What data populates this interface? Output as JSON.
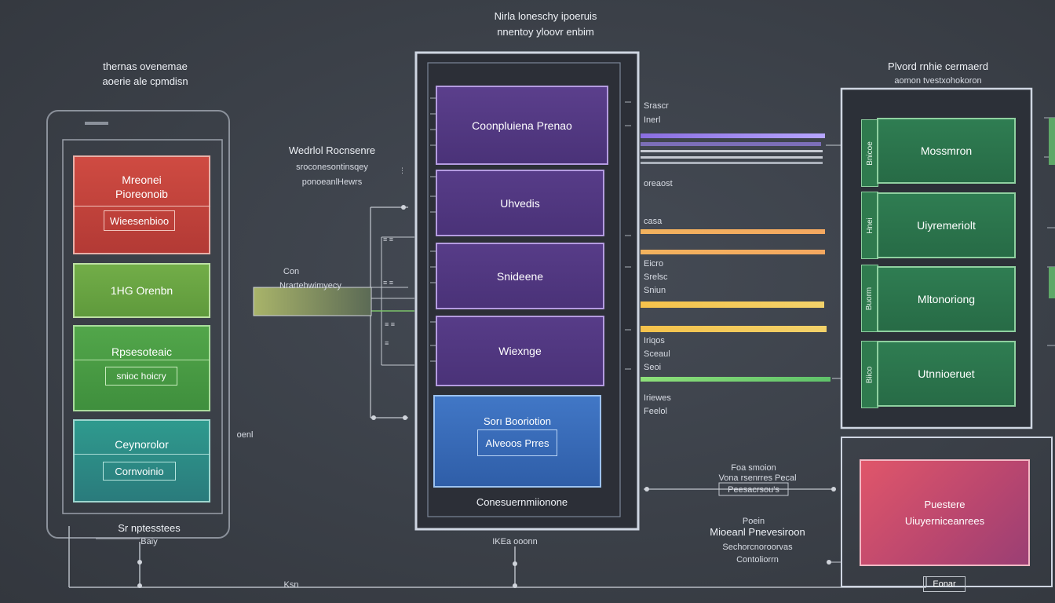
{
  "diagram": {
    "top_title_1": "Nirla loneschy ipoeruis",
    "top_title_2": "nnentoy yloovr enbim",
    "left_title_1": "thernas ovenemae",
    "left_title_2": "aoerie ale cpmdisn",
    "mid_left_title_1": "Wedrlol Rocnsenre",
    "mid_left_title_2": "sroconesontinsqey",
    "mid_left_title_3": "ponoeanlHewrs",
    "right_title_1": "Plvord rnhie cermaerd",
    "right_title_2": "aomon tvestxohokoron",
    "left_column": {
      "block1_title_1": "Mreonei",
      "block1_title_2": "Pioreonoib",
      "block1_inner": "Wieesenbioo",
      "block2_title": "1HG Orenbn",
      "block3_title": "Rpsesoteaic",
      "block3_inner": "snioc hoicry",
      "block4_title": "Ceynorolor",
      "block4_inner": "Cornvoinio",
      "bottom_label_1": "Sr nptesstees",
      "bottom_label_2": "Baiy",
      "side_label": "oenl"
    },
    "input_box": {
      "label_1": "Con",
      "label_2": "Nrartehwimyecy"
    },
    "center_stack": {
      "block1": "Coonpluiena Prenao",
      "block2": "Uhvedis",
      "block3": "Snideene",
      "block4": "Wiexnge",
      "block5_title": "Sorı Booriotion",
      "block5_inner": "Alveoos Prres",
      "footer": "Conesuernmiionone",
      "bottom_label": "IKEa ooonn"
    },
    "center_right_labels": {
      "l1": "Srascr",
      "l2": "Inerl",
      "l3": "oreaost",
      "l4": "casa",
      "l5": "Eicro",
      "l6": "Srelsc",
      "l7": "Sniun",
      "l8": "Iriqos",
      "l9": "Sceaul",
      "l10": "Seoi",
      "l11": "Iriewes",
      "l12": "Feelol"
    },
    "right_stack": {
      "block1": "Mossmron",
      "block2": "Uiyremeriolt",
      "block3": "Mltonoriong",
      "block4": "Utnnioeruet",
      "side1": "Bnicoe",
      "side2": "Hnei",
      "side3": "Buorm",
      "side4": "Biico"
    },
    "right_bottom": {
      "label_1": "Foa smoion",
      "label_2": "Vona rsenrres Pecal",
      "label_3": "Peesacrsou's",
      "label_4": "Poein",
      "label_5": "Mioeanl Pnevesiroon",
      "label_6": "Sechorcnoroorvas",
      "label_7": "Contoliorrn",
      "box_title": "Puestere",
      "box_sub": "Uiuyerniceanrees",
      "footer": "Eonar"
    },
    "bottom_label": "Ksn"
  },
  "colors": {
    "red": "#c8453e",
    "green": "#6aa844",
    "teal": "#2f8f86",
    "purple": "#5a3d8a",
    "blue": "#3e78c3",
    "dark_green": "#2f7a4e",
    "pink": "#d95068"
  }
}
